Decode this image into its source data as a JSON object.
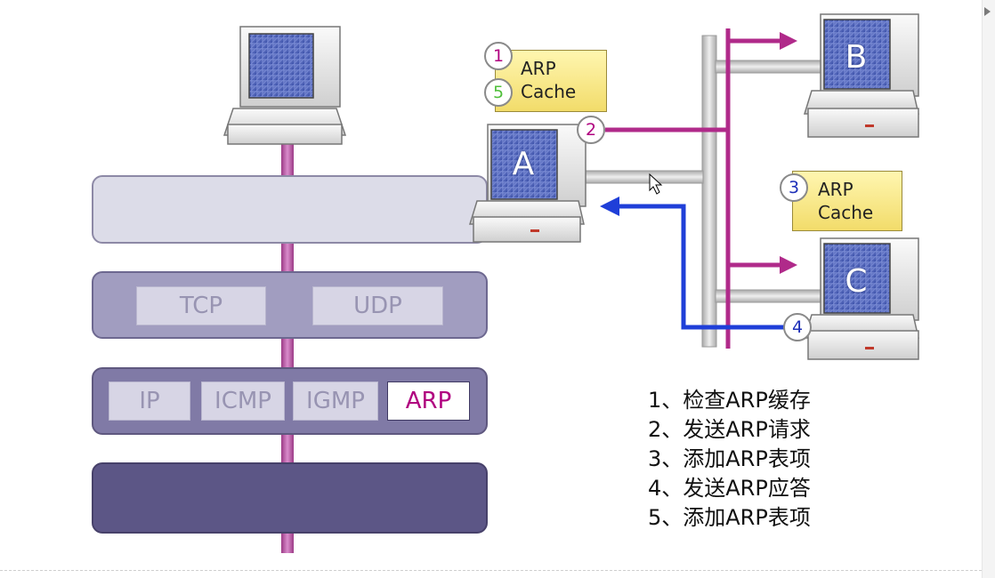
{
  "layers": {
    "transport": [
      "TCP",
      "UDP"
    ],
    "network": [
      "IP",
      "ICMP",
      "IGMP",
      "ARP"
    ]
  },
  "computers": {
    "a": "A",
    "b": "B",
    "c": "C"
  },
  "caches": {
    "a_line1": "ARP",
    "a_line2": "Cache",
    "c_line1": "ARP",
    "c_line2": "Cache"
  },
  "badges": [
    "1",
    "2",
    "3",
    "4",
    "5"
  ],
  "steps": [
    "1、检查ARP缓存",
    "2、发送ARP请求",
    "3、添加ARP表项",
    "4、发送ARP应答",
    "5、添加ARP表项"
  ],
  "colors": {
    "request": "#b02a8a",
    "reply": "#1f3fd8",
    "cable": "#c8c8c8",
    "step1": "#b0007f",
    "step3": "#1d2fb8",
    "step5": "#4fbf3a"
  }
}
